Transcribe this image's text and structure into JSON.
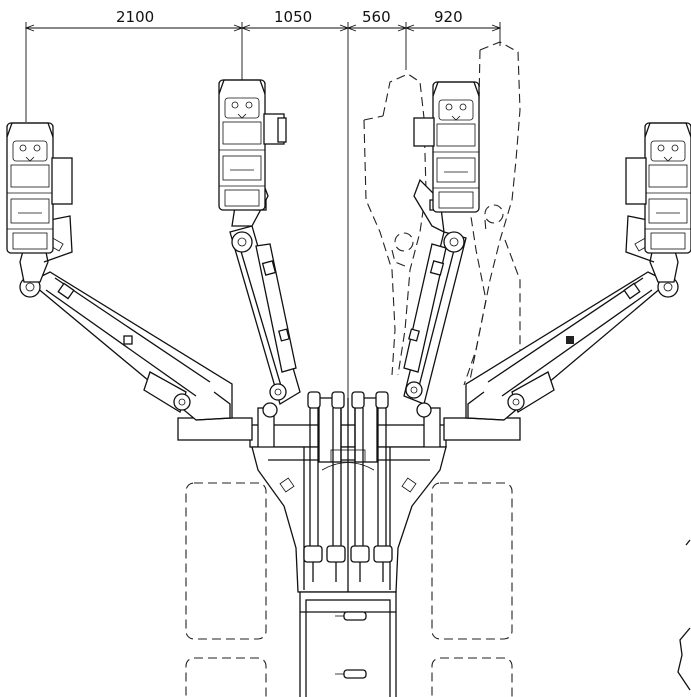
{
  "dimensions": [
    {
      "id": "d1",
      "label": "2100"
    },
    {
      "id": "d2",
      "label": "1050"
    },
    {
      "id": "d3",
      "label": "560"
    },
    {
      "id": "d4",
      "label": "920"
    }
  ],
  "colors": {
    "line": "#111111",
    "background": "#ffffff"
  }
}
